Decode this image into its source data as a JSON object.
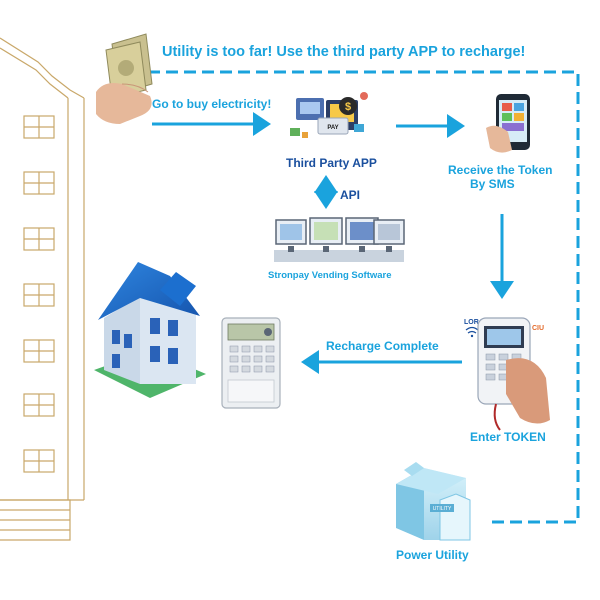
{
  "headline": "Utility is too far!  Use the third party APP to recharge!",
  "steps": {
    "buy": "Go to buy electricity!",
    "app": "Third Party APP",
    "api": "API",
    "vending": "Stronpay Vending Software",
    "sms_line1": "Receive the Token",
    "sms_line2": "By SMS",
    "enter_token": "Enter TOKEN",
    "recharge": "Recharge Complete",
    "utility": "Power Utility"
  },
  "device": {
    "lora": "LORA",
    "ciu": "CIU",
    "app_pay": "PAY"
  },
  "colors": {
    "arrow": "#1aa3dd",
    "dash": "#1aa3dd",
    "building_line": "#c9a86a",
    "house_roof": "#1c6fcf",
    "house_wall": "#d8e4f0"
  }
}
